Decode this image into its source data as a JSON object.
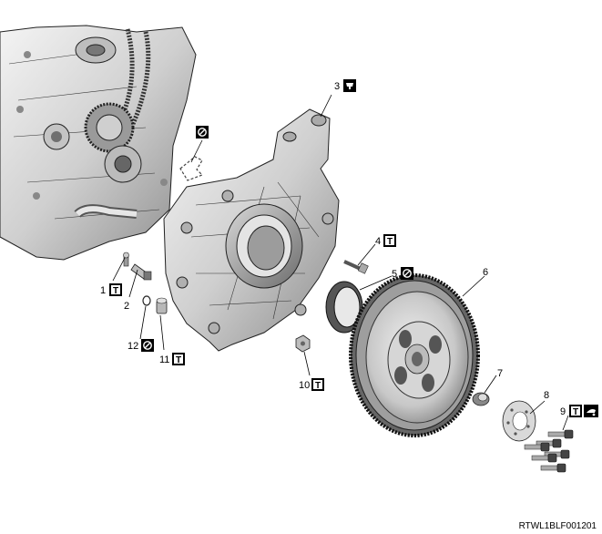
{
  "callouts": [
    {
      "number": "1",
      "symbol": "torque-icon"
    },
    {
      "number": "2",
      "symbol": ""
    },
    {
      "number": "3",
      "symbol": "lubricant-icon"
    },
    {
      "number": "4",
      "symbol": "torque-icon"
    },
    {
      "number": "5",
      "symbol": "do-not-reuse-icon"
    },
    {
      "number": "6",
      "symbol": ""
    },
    {
      "number": "7",
      "symbol": ""
    },
    {
      "number": "8",
      "symbol": ""
    },
    {
      "number": "9",
      "symbol": "torque-icon",
      "symbol2": "oil-icon"
    },
    {
      "number": "10",
      "symbol": "torque-icon"
    },
    {
      "number": "11",
      "symbol": "torque-icon"
    },
    {
      "number": "12",
      "symbol": "do-not-reuse-icon"
    }
  ],
  "gasket_symbol": "do-not-reuse-icon",
  "torque_symbol_letter": "T",
  "figure_code": "RTWL1BLF001201"
}
